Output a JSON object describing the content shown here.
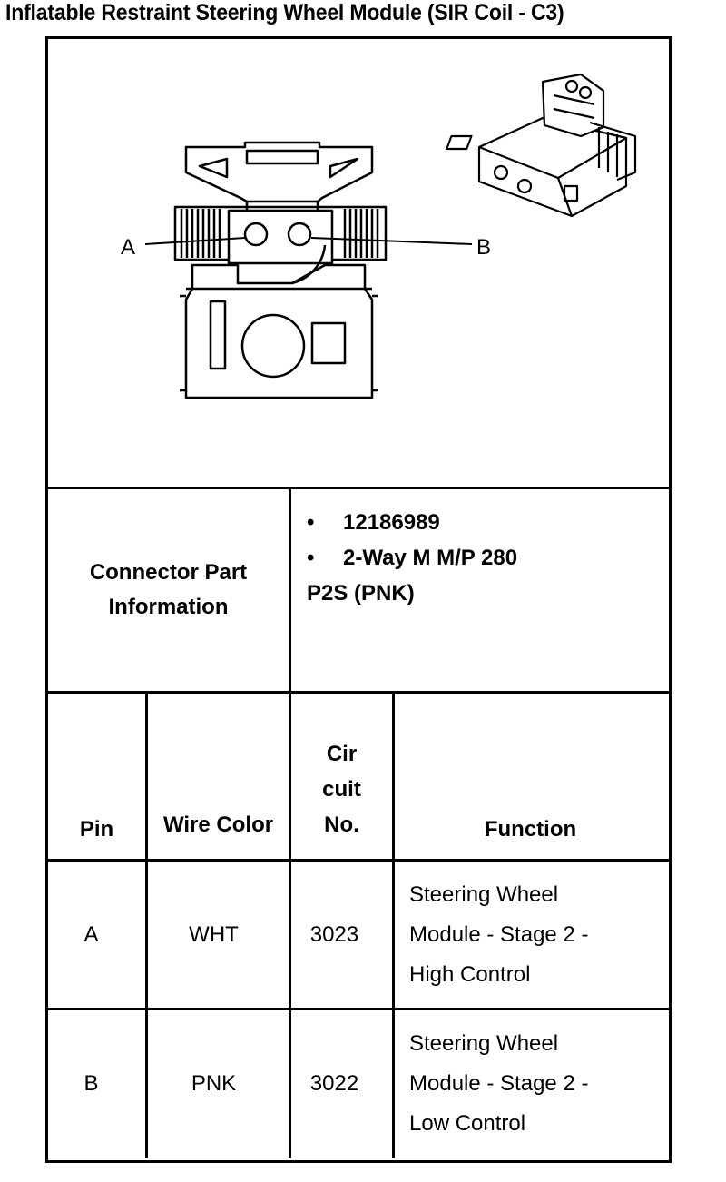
{
  "title": "Inflatable Restraint Steering Wheel Module (SIR Coil - C3)",
  "diagram": {
    "pin_labels": [
      "A",
      "B"
    ]
  },
  "connector_info": {
    "label": "Connector Part Information",
    "bullet": "•",
    "items": [
      "12186989",
      "2-Way M M/P 280"
    ],
    "continuation": "P2S (PNK)"
  },
  "table": {
    "headers": {
      "pin": "Pin",
      "wire_color": "Wire Color",
      "circuit_no": "Cir cuit No.",
      "function": "Function"
    },
    "rows": [
      {
        "pin": "A",
        "wire_color": "WHT",
        "circuit": "3023",
        "function": "Steering Wheel Module - Stage 2 - High Control"
      },
      {
        "pin": "B",
        "wire_color": "PNK",
        "circuit": "3022",
        "function": "Steering Wheel Module - Stage 2 - Low Control"
      }
    ]
  }
}
